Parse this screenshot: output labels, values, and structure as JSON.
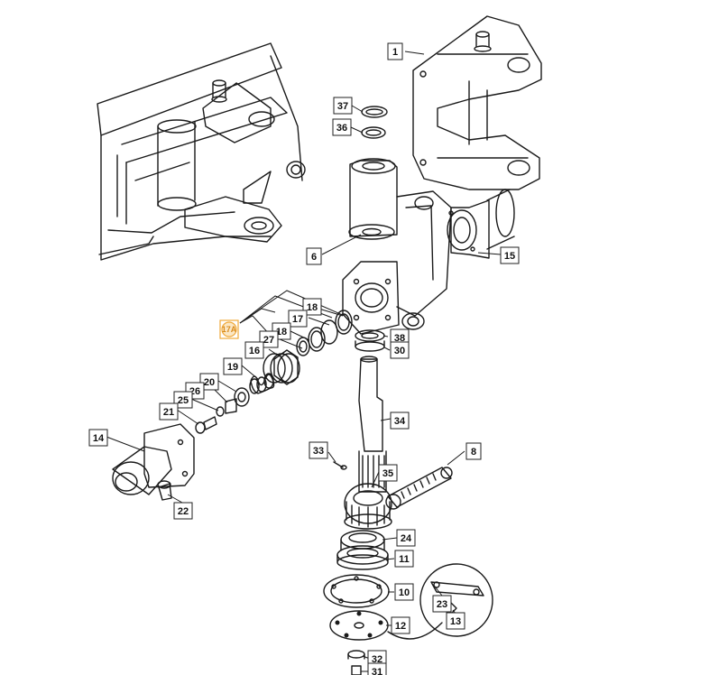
{
  "callouts": [
    {
      "id": "1",
      "label": "1"
    },
    {
      "id": "37",
      "label": "37"
    },
    {
      "id": "36",
      "label": "36"
    },
    {
      "id": "6",
      "label": "6"
    },
    {
      "id": "15",
      "label": "15"
    },
    {
      "id": "18a",
      "label": "18"
    },
    {
      "id": "17",
      "label": "17"
    },
    {
      "id": "18b",
      "label": "18"
    },
    {
      "id": "27",
      "label": "27"
    },
    {
      "id": "16",
      "label": "16"
    },
    {
      "id": "38",
      "label": "38"
    },
    {
      "id": "30",
      "label": "30"
    },
    {
      "id": "19",
      "label": "19"
    },
    {
      "id": "20",
      "label": "20"
    },
    {
      "id": "26",
      "label": "26"
    },
    {
      "id": "25",
      "label": "25"
    },
    {
      "id": "21",
      "label": "21"
    },
    {
      "id": "34",
      "label": "34"
    },
    {
      "id": "14",
      "label": "14"
    },
    {
      "id": "33",
      "label": "33"
    },
    {
      "id": "8",
      "label": "8"
    },
    {
      "id": "35",
      "label": "35"
    },
    {
      "id": "22",
      "label": "22"
    },
    {
      "id": "24",
      "label": "24"
    },
    {
      "id": "11",
      "label": "11"
    },
    {
      "id": "10",
      "label": "10"
    },
    {
      "id": "23",
      "label": "23"
    },
    {
      "id": "13",
      "label": "13"
    },
    {
      "id": "12",
      "label": "12"
    },
    {
      "id": "32",
      "label": "32"
    },
    {
      "id": "31",
      "label": "31"
    }
  ],
  "highlight": {
    "label": "17A",
    "color": "#f0a93a"
  }
}
